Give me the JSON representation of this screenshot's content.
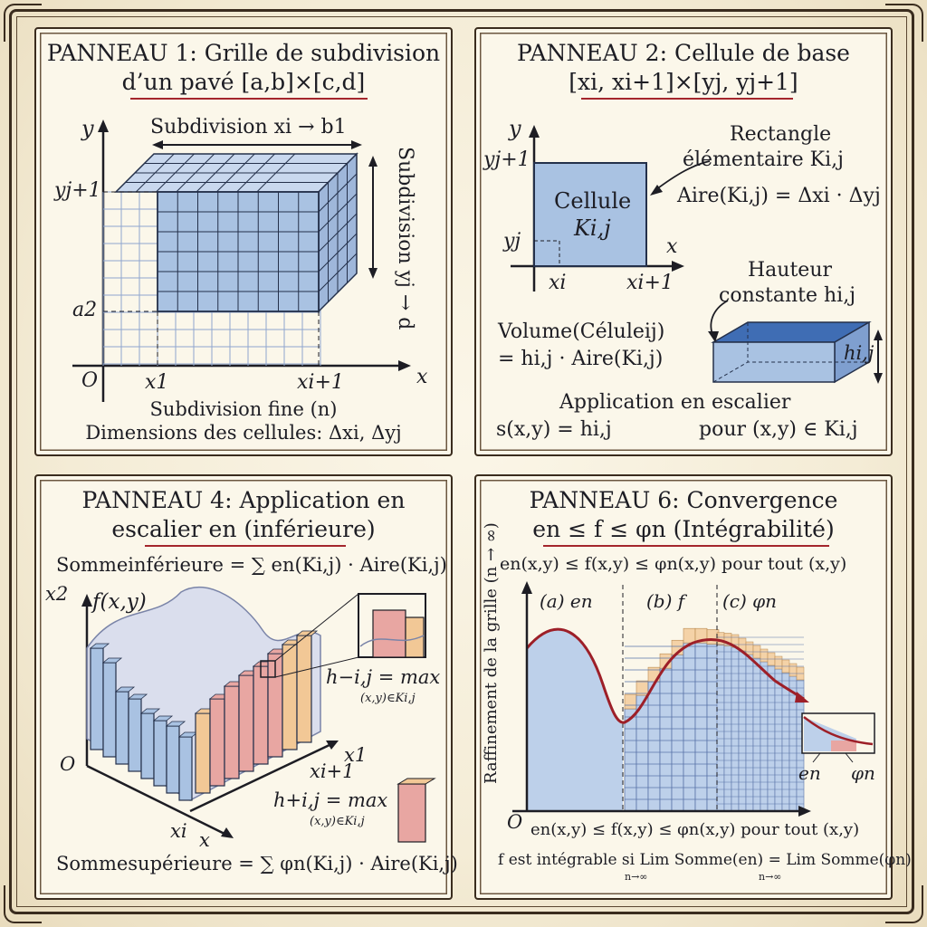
{
  "panel1": {
    "title_line1": "PANNEAU 1: Grille de subdivision",
    "title_line2": "d’un pavé [a,b]×[c,d]",
    "axis_y": "y",
    "axis_x": "x",
    "origin": "O",
    "label_yj1": "yj+1",
    "label_a2": "a2",
    "label_x1": "x1",
    "label_xi1": "xi+1",
    "subdiv_x": "Subdivision xi → b1",
    "subdiv_y": "Subdivision yj → d",
    "caption1": "Subdivision fine (n)",
    "caption2": "Dimensions des cellules: Δxi, Δyj"
  },
  "panel2": {
    "title_line1": "PANNEAU 2: Cellule de base",
    "title_line2": "[xi, xi+1]×[yj, yj+1]",
    "axis_y": "y",
    "axis_x": "x",
    "label_yj1": "yj+1",
    "label_yj": "yj",
    "label_xi": "xi",
    "label_xi1": "xi+1",
    "cell_line1": "Cellule",
    "cell_line2": "Ki,j",
    "rect_line1": "Rectangle",
    "rect_line2": "élémentaire Ki,j",
    "aire": "Aire(Ki,j) = Δxi · Δyj",
    "hauteur_line1": "Hauteur",
    "hauteur_line2": "constante hi,j",
    "h_label": "hi,j",
    "volume_line1": "Volume(Céluleij)",
    "volume_line2": "= hi,j · Aire(Ki,j)",
    "app_title": "Application en escalier",
    "app_left": "s(x,y) = hi,j",
    "app_right": "pour (x,y) ∈ Ki,j"
  },
  "panel4": {
    "title_line1": "PANNEAU 4: Application en",
    "title_line2": "escalier en (inférieure)",
    "somme_inf": "Sommeinférieure = ∑ en(Ki,j) · Aire(Ki,j)",
    "somme_sup": "Sommesupérieure = ∑ φn(Ki,j) · Aire(Ki,j)",
    "axis_x2": "x2",
    "fxy": "f(x,y)",
    "origin": "O",
    "x1": "x1",
    "xi1": "xi+1",
    "xi": "xi",
    "x": "x",
    "hminus": "h−i,j = max",
    "hminus_sub": "(x,y)∈Ki,j",
    "hplus": "h+i,j = max",
    "hplus_sub": "(x,y)∈Ki,j"
  },
  "panel6": {
    "title_line1": "PANNEAU 6: Convergence",
    "title_line2": "en ≤ f ≤ φn (Intégrabilité)",
    "ineq_top": "en(x,y) ≤ f(x,y) ≤ φn(x,y) pour tout (x,y)",
    "ineq_bottom": "en(x,y) ≤ f(x,y) ≤ φn(x,y) pour tout (x,y)",
    "label_a": "(a) en",
    "label_b": "(b) f",
    "label_c": "(c) φn",
    "y_axis_label": "Raffinement de la grille (n → ∞)",
    "origin": "O",
    "en": "en",
    "phin": "φn",
    "final": "f est intégrable si Lim Somme(en) = Lim Somme(φn)",
    "lim_sub": "n→∞"
  },
  "colors": {
    "cell_blue": "#a9c2e2",
    "cell_dark_blue": "#3f6db4",
    "grid_line": "#24304a",
    "red_curve": "#9d1f28",
    "orange_fill": "#f2c896",
    "red_fill": "#e8a6a2",
    "paper": "#fbf7ea"
  }
}
